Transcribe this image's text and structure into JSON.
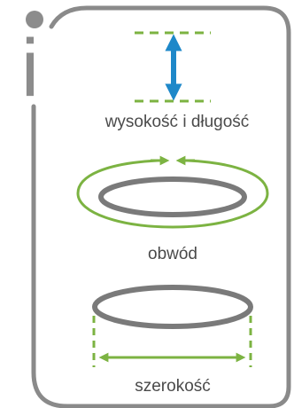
{
  "info_icon": {
    "letter": "i"
  },
  "labels": {
    "height_length": "wysokość i długość",
    "circumference": "obwód",
    "width": "szerokość"
  },
  "colors": {
    "frame": "#8a8a8a",
    "info_letter": "#8c8c8c",
    "green": "#7cb342",
    "blue": "#1e88c9",
    "ring": "#7a7a7a",
    "label_text": "#4a4a4a"
  }
}
